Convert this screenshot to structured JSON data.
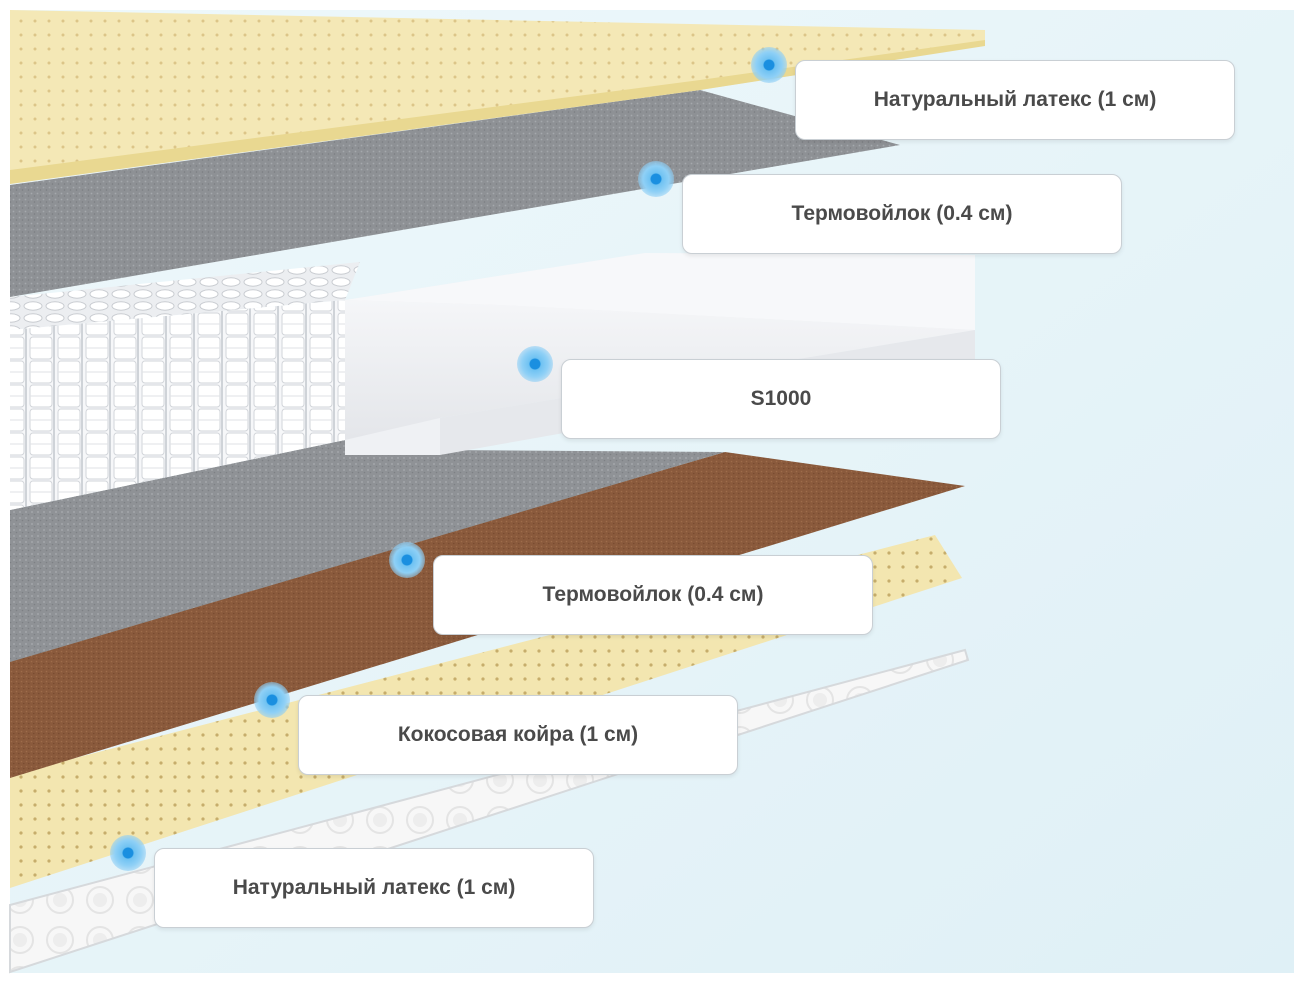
{
  "diagram": {
    "layers": [
      {
        "id": "latex-top",
        "label": "Натуральный латекс (1 см)"
      },
      {
        "id": "felt-top",
        "label": "Термовойлок (0.4 см)"
      },
      {
        "id": "s1000",
        "label": "S1000"
      },
      {
        "id": "felt-bottom",
        "label": "Термовойлок (0.4 см)"
      },
      {
        "id": "coir",
        "label": "Кокосовая койра (1 см)"
      },
      {
        "id": "latex-bottom",
        "label": "Натуральный латекс (1 см)"
      }
    ],
    "colors": {
      "latex": "#f3e7b3",
      "felt": "#8d9094",
      "springs": "#f4f5f7",
      "foam_block": "#eef0f3",
      "coir": "#8a5a3c",
      "cover": "#f2f2f2",
      "background": "#e6f4f8",
      "marker": "#56b4ee",
      "label_text": "#4a4a4a"
    }
  }
}
